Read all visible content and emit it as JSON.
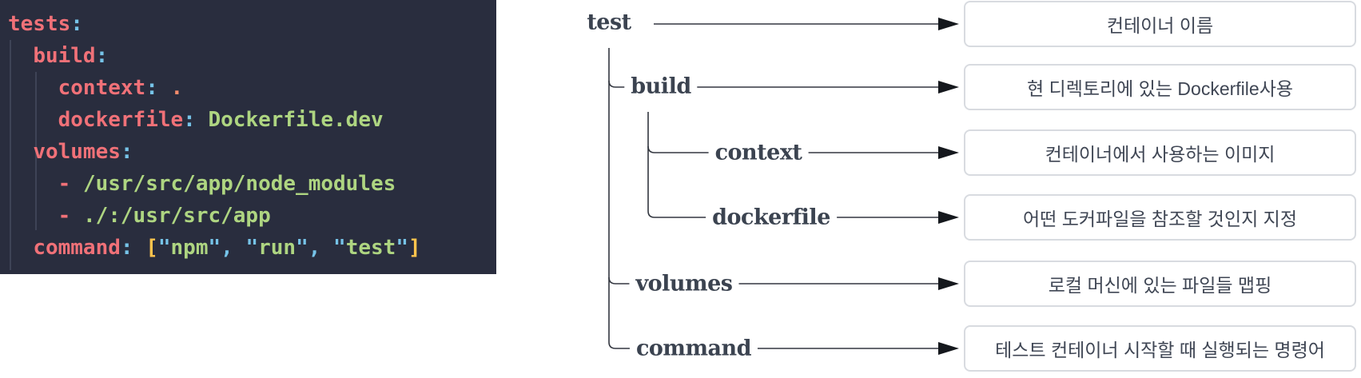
{
  "colors": {
    "code_bg": "#292d3e",
    "guide": "#3e4356",
    "key": "#f07178",
    "punct": "#76c3e8",
    "string": "#aed581",
    "orange": "#f78c6c",
    "bracket": "#ffc44d",
    "plain": "#d6dbeb",
    "tree_label": "#3b4350",
    "box_border": "#d8dbe0",
    "box_text": "#3f4654"
  },
  "code": {
    "language": "yaml",
    "lines": [
      [
        [
          "tests",
          "key"
        ],
        [
          ":",
          "punct"
        ]
      ],
      [
        [
          "  ",
          "plain"
        ],
        [
          "build",
          "key"
        ],
        [
          ":",
          "punct"
        ]
      ],
      [
        [
          "    ",
          "plain"
        ],
        [
          "context",
          "key"
        ],
        [
          ":",
          "punct"
        ],
        [
          " ",
          "plain"
        ],
        [
          ".",
          "orange"
        ]
      ],
      [
        [
          "    ",
          "plain"
        ],
        [
          "dockerfile",
          "key"
        ],
        [
          ":",
          "punct"
        ],
        [
          " ",
          "plain"
        ],
        [
          "Dockerfile.dev",
          "string"
        ]
      ],
      [
        [
          "  ",
          "plain"
        ],
        [
          "volumes",
          "key"
        ],
        [
          ":",
          "punct"
        ]
      ],
      [
        [
          "    ",
          "plain"
        ],
        [
          "-",
          "key"
        ],
        [
          " ",
          "plain"
        ],
        [
          "/usr/src/app/node_modules",
          "string"
        ]
      ],
      [
        [
          "    ",
          "plain"
        ],
        [
          "-",
          "key"
        ],
        [
          " ",
          "plain"
        ],
        [
          "./:/usr/src/app",
          "string"
        ]
      ],
      [
        [
          "  ",
          "plain"
        ],
        [
          "command",
          "key"
        ],
        [
          ":",
          "punct"
        ],
        [
          " ",
          "plain"
        ],
        [
          "[",
          "bracket"
        ],
        [
          "\"",
          "punct"
        ],
        [
          "npm",
          "string"
        ],
        [
          "\"",
          "punct"
        ],
        [
          ",",
          "punct"
        ],
        [
          " ",
          "plain"
        ],
        [
          "\"",
          "punct"
        ],
        [
          "run",
          "string"
        ],
        [
          "\"",
          "punct"
        ],
        [
          ",",
          "punct"
        ],
        [
          " ",
          "plain"
        ],
        [
          "\"",
          "punct"
        ],
        [
          "test",
          "string"
        ],
        [
          "\"",
          "punct"
        ],
        [
          "]",
          "bracket"
        ]
      ]
    ]
  },
  "tree": {
    "nodes": [
      {
        "label": "test",
        "desc": "컨테이너 이름"
      },
      {
        "label": "build",
        "desc": "현 디렉토리에 있는 Dockerfile사용"
      },
      {
        "label": "context",
        "desc": "컨테이너에서 사용하는 이미지"
      },
      {
        "label": "dockerfile",
        "desc": "어떤 도커파일을 참조할 것인지 지정"
      },
      {
        "label": "volumes",
        "desc": "로컬 머신에 있는 파일들 맵핑"
      },
      {
        "label": "command",
        "desc": "테스트 컨테이너 시작할 때 실행되는 명령어"
      }
    ]
  }
}
